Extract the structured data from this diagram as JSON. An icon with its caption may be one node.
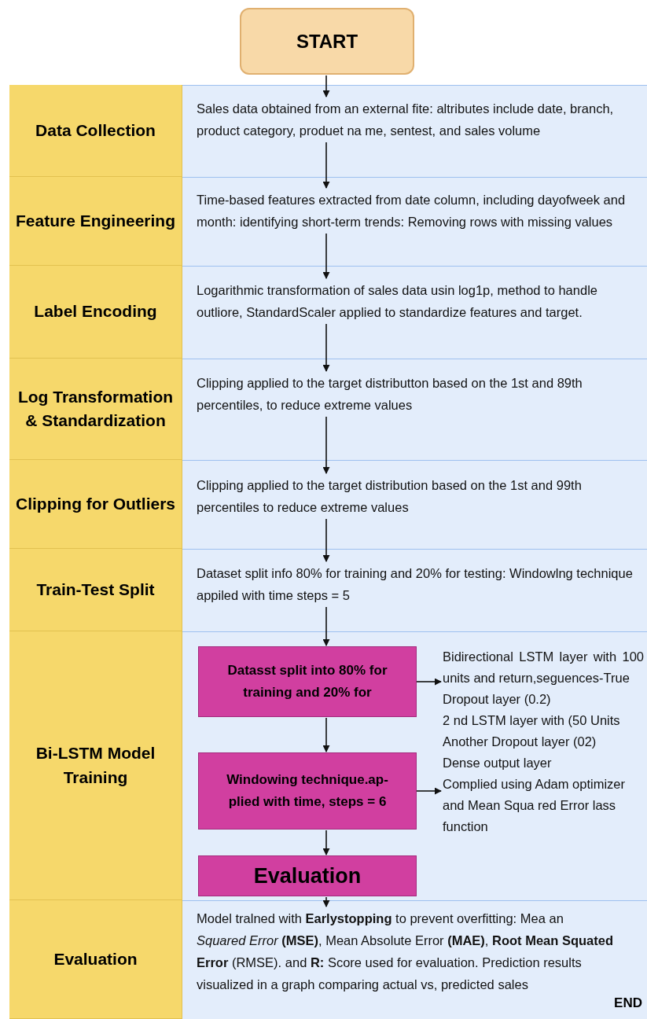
{
  "diagram": {
    "nodes": [
      {
        "text": [
          "START"
        ]
      },
      {
        "text": [
          "Data Collection"
        ]
      },
      {
        "text": [
          "Sales data obtained from an external fite: altributes include date, branch, product category, produet na me, sentest, and sales volume"
        ]
      },
      {
        "text": [
          "Feature Engineering"
        ]
      },
      {
        "text": [
          "Time-based features extracted from date column, including dayofweek and month: identifying short-term trends: Removing rows with missing values"
        ]
      },
      {
        "text": [
          "Label Encoding"
        ]
      },
      {
        "text": [
          "Logarithmic transformation of sales data usin log1p, method to handle outliore, StandardScaler applied to standardize features and target."
        ]
      },
      {
        "text": [
          "Log Transformation & Standardization"
        ]
      },
      {
        "text": [
          "Clipping applied to the target distributton based on the 1st and 89th percentiles, to reduce extreme values"
        ]
      },
      {
        "text": [
          "Clipping for Outliers"
        ]
      },
      {
        "text": [
          "Clipping applied to the target distribution based on the 1st and 99th percentiles to reduce extreme values"
        ]
      },
      {
        "text": [
          "Train-Test Split"
        ]
      },
      {
        "text": [
          "Dataset split info 80% for training and 20% for testing: Windowlng technique appiled with time steps = 5"
        ]
      },
      {
        "text": [
          "Bi-LSTM Model Training"
        ]
      },
      {
        "text": [
          "Datasst split into 80% for training and 20% for"
        ]
      },
      {
        "text": [
          "Windowing technique.ap- plied with time, steps = 6"
        ]
      },
      {
        "text": [
          "Bidirectional LSTM layer with 100 units and return,seguences-True",
          "Dropout layer (0.2)",
          "2 nd LSTM layer with (50 Units",
          "Another Dropout layer (02)",
          "Dense output layer",
          "Complied using Adam optimizer and Mean Squa red Error lass function"
        ]
      },
      {
        "text": [
          "Evaluation"
        ]
      },
      {
        "text": [
          "Evaluation"
        ]
      },
      {
        "text": [
          "Model tralned with **Earlystopping** to prevent overfitting: Mea an *Squared Error* **(MSE)**, Mean Absolute Error **(MAE)**, **Root Mean Squated Error** (RMSE). and **R:** Score used for evaluation. Prediction results visualized in a graph comparing actual vs, predicted sales"
        ]
      }
    ],
    "edges": [
      {
        "from": 0,
        "to": 2,
        "arrow": "to"
      },
      {
        "from": 2,
        "to": 4,
        "arrow": "to"
      },
      {
        "from": 4,
        "to": 6,
        "arrow": "to"
      },
      {
        "from": 6,
        "to": 8,
        "arrow": "to"
      },
      {
        "from": 8,
        "to": 10,
        "arrow": "to"
      },
      {
        "from": 10,
        "to": 12,
        "arrow": "to"
      },
      {
        "from": 12,
        "to": 14,
        "arrow": "to"
      },
      {
        "from": 14,
        "to": 15,
        "arrow": "to"
      },
      {
        "from": 15,
        "to": 17,
        "arrow": "to"
      },
      {
        "from": 14,
        "to": 16,
        "arrow": "to"
      },
      {
        "from": 15,
        "to": 16,
        "arrow": "to"
      },
      {
        "from": 17,
        "to": 19,
        "arrow": "to"
      }
    ],
    "labels": [
      "END"
    ]
  }
}
